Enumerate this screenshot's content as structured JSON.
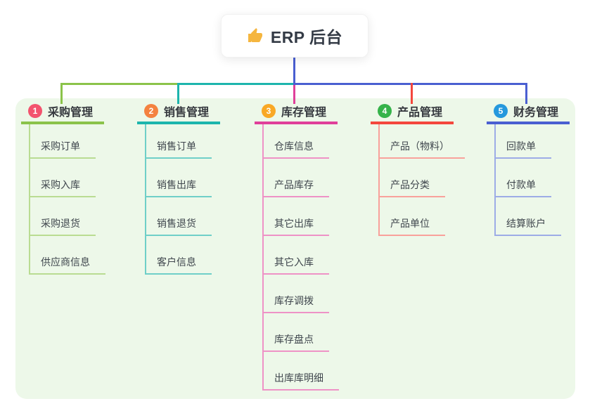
{
  "root": {
    "label": "ERP 后台",
    "icon": "thumbs-up-icon",
    "icon_color": "#f5b63f"
  },
  "panel_color": "#edf8e9",
  "root_connector_color": "#4a5fd1",
  "branches": [
    {
      "num": "1",
      "label": "采购管理",
      "badge_color": "#f3536e",
      "line_color": "#8bc34a",
      "light_color": "#b9dc92",
      "children": [
        "采购订单",
        "采购入库",
        "采购退货",
        "供应商信息"
      ]
    },
    {
      "num": "2",
      "label": "销售管理",
      "badge_color": "#f48240",
      "line_color": "#1db5ad",
      "light_color": "#6fcfc8",
      "children": [
        "销售订单",
        "销售出库",
        "销售退货",
        "客户信息"
      ]
    },
    {
      "num": "3",
      "label": "库存管理",
      "badge_color": "#f9a825",
      "line_color": "#e0409a",
      "light_color": "#ee92c6",
      "children": [
        "仓库信息",
        "产品库存",
        "其它出库",
        "其它入库",
        "库存调拨",
        "库存盘点",
        "出库库明细"
      ]
    },
    {
      "num": "4",
      "label": "产品管理",
      "badge_color": "#35b34a",
      "line_color": "#f4473d",
      "light_color": "#f9a19b",
      "children": [
        "产品（物料）",
        "产品分类",
        "产品单位"
      ]
    },
    {
      "num": "5",
      "label": "财务管理",
      "badge_color": "#2598dd",
      "line_color": "#4a5fd1",
      "light_color": "#9dace6",
      "children": [
        "回款单",
        "付款单",
        "结算账户"
      ]
    }
  ]
}
